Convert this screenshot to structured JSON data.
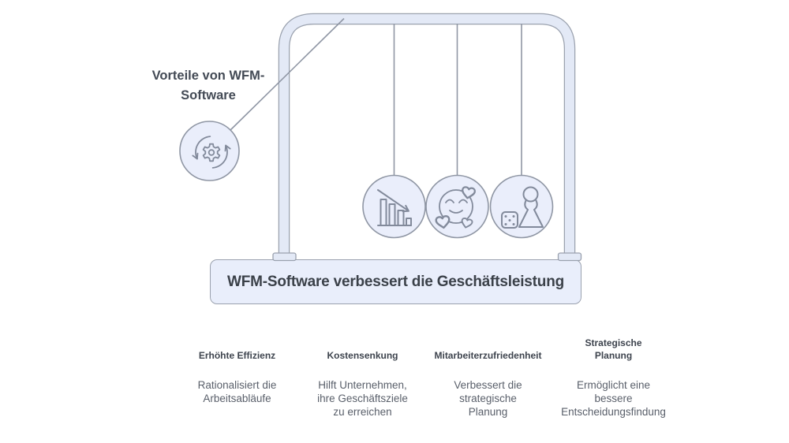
{
  "title": "Vorteile von WFM-\nSoftware",
  "banner": {
    "label": "WFM-Software verbessert die Geschäftsleistung"
  },
  "benefits": [
    {
      "heading": "Erhöhte Effizienz",
      "body": "Rationalisiert die\nArbeitsabläufe",
      "icon": "process-cycle-gear-icon"
    },
    {
      "heading": "Kostensenkung",
      "body": "Hilft Unternehmen,\nihre Geschäftsziele\nzu erreichen",
      "icon": "declining-bar-chart-icon"
    },
    {
      "heading": "Mitarbeiterzufriedenheit",
      "body": "Verbessert die\nstrategische\nPlanung",
      "icon": "smiley-with-hearts-icon"
    },
    {
      "heading": "Strategische\nPlanung",
      "body": "Ermöglicht eine\nbessere\nEntscheidungsfindung",
      "icon": "pawn-and-die-icon"
    }
  ],
  "colors": {
    "bg": "#ffffff",
    "tube-fill": "#e3e9f6",
    "tube-stroke": "#9aa1ae",
    "ball-fill": "#eaeefb",
    "ball-stroke": "#8f96a4",
    "string": "#8f96a4",
    "icon": "#828a9b",
    "banner-fill": "#e9eefb",
    "banner-stroke": "#9aa1ae",
    "banner-text": "#3b4149",
    "title-text": "#434a55",
    "heading-text": "#3e444e",
    "body-text": "#595f6a"
  }
}
